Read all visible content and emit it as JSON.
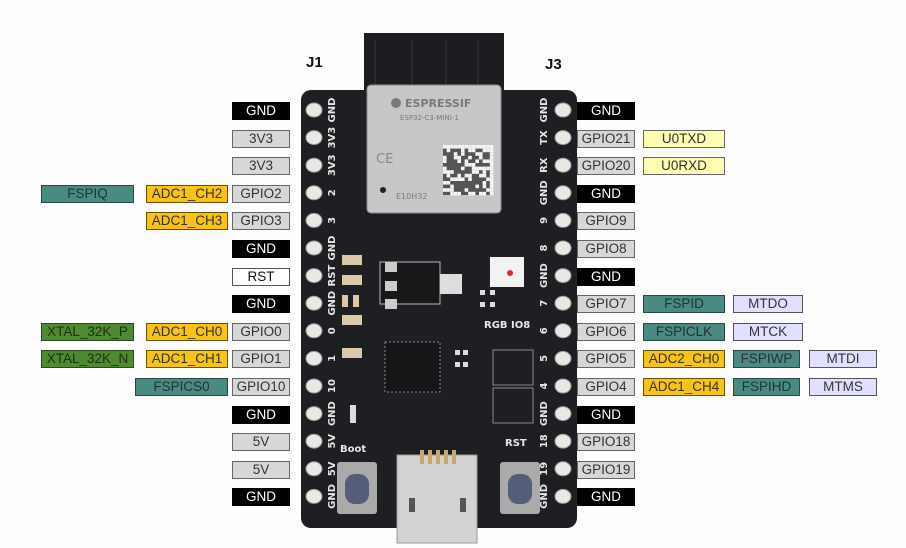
{
  "headers": {
    "left": "J1",
    "right": "J3"
  },
  "board": {
    "module_brand": "ESPRESSIF",
    "module_model": "ESP32-C3-MINI-1",
    "module_code": "E10H32",
    "left_silk": [
      "GND",
      "3V3",
      "3V3",
      "2",
      "3",
      "GND",
      "RST",
      "GND",
      "0",
      "1",
      "10",
      "GND",
      "5V",
      "5V",
      "GND"
    ],
    "right_silk": [
      "GND",
      "TX",
      "RX",
      "GND",
      "9",
      "8",
      "GND",
      "7",
      "6",
      "5",
      "4",
      "GND",
      "18",
      "19",
      "GND"
    ],
    "boot_label": "Boot",
    "rst_label": "RST",
    "rgb_label": "RGB IO8"
  },
  "left_pins": [
    {
      "pin": "GND",
      "type": "gnd",
      "funcs": []
    },
    {
      "pin": "3V3",
      "type": "pwr",
      "funcs": []
    },
    {
      "pin": "3V3",
      "type": "pwr",
      "funcs": []
    },
    {
      "pin": "GPIO2",
      "type": "gpio",
      "funcs": [
        {
          "label": "ADC1_CH2",
          "type": "adc"
        },
        {
          "label": "FSPIQ",
          "type": "fspi"
        }
      ]
    },
    {
      "pin": "GPIO3",
      "type": "gpio",
      "funcs": [
        {
          "label": "ADC1_CH3",
          "type": "adc"
        }
      ]
    },
    {
      "pin": "GND",
      "type": "gnd",
      "funcs": []
    },
    {
      "pin": "RST",
      "type": "rst",
      "funcs": []
    },
    {
      "pin": "GND",
      "type": "gnd",
      "funcs": []
    },
    {
      "pin": "GPIO0",
      "type": "gpio",
      "funcs": [
        {
          "label": "ADC1_CH0",
          "type": "adc"
        },
        {
          "label": "XTAL_32K_P",
          "type": "xtal"
        }
      ]
    },
    {
      "pin": "GPIO1",
      "type": "gpio",
      "funcs": [
        {
          "label": "ADC1_CH1",
          "type": "adc"
        },
        {
          "label": "XTAL_32K_N",
          "type": "xtal"
        }
      ]
    },
    {
      "pin": "GPIO10",
      "type": "gpio",
      "funcs": [
        {
          "label": "FSPICS0",
          "type": "fspi"
        }
      ]
    },
    {
      "pin": "GND",
      "type": "gnd",
      "funcs": []
    },
    {
      "pin": "5V",
      "type": "pwr",
      "funcs": []
    },
    {
      "pin": "5V",
      "type": "pwr",
      "funcs": []
    },
    {
      "pin": "GND",
      "type": "gnd",
      "funcs": []
    }
  ],
  "right_pins": [
    {
      "pin": "GND",
      "type": "gnd",
      "funcs": []
    },
    {
      "pin": "GPIO21",
      "type": "gpio",
      "funcs": [
        {
          "label": "U0TXD",
          "type": "uart"
        }
      ]
    },
    {
      "pin": "GPIO20",
      "type": "gpio",
      "funcs": [
        {
          "label": "U0RXD",
          "type": "uart"
        }
      ]
    },
    {
      "pin": "GND",
      "type": "gnd",
      "funcs": []
    },
    {
      "pin": "GPIO9",
      "type": "gpio",
      "funcs": []
    },
    {
      "pin": "GPIO8",
      "type": "gpio",
      "funcs": []
    },
    {
      "pin": "GND",
      "type": "gnd",
      "funcs": []
    },
    {
      "pin": "GPIO7",
      "type": "gpio",
      "funcs": [
        {
          "label": "FSPID",
          "type": "fspi"
        },
        {
          "label": "MTDO",
          "type": "jtag"
        }
      ]
    },
    {
      "pin": "GPIO6",
      "type": "gpio",
      "funcs": [
        {
          "label": "FSPICLK",
          "type": "fspi"
        },
        {
          "label": "MTCK",
          "type": "jtag"
        }
      ]
    },
    {
      "pin": "GPIO5",
      "type": "gpio",
      "funcs": [
        {
          "label": "ADC2_CH0",
          "type": "adc"
        },
        {
          "label": "FSPIWP",
          "type": "fspi"
        },
        {
          "label": "MTDI",
          "type": "jtag"
        }
      ]
    },
    {
      "pin": "GPIO4",
      "type": "gpio",
      "funcs": [
        {
          "label": "ADC1_CH4",
          "type": "adc"
        },
        {
          "label": "FSPIHD",
          "type": "fspi"
        },
        {
          "label": "MTMS",
          "type": "jtag"
        }
      ]
    },
    {
      "pin": "GND",
      "type": "gnd",
      "funcs": []
    },
    {
      "pin": "GPIO18",
      "type": "gpio",
      "funcs": []
    },
    {
      "pin": "GPIO19",
      "type": "gpio",
      "funcs": []
    },
    {
      "pin": "GND",
      "type": "gnd",
      "funcs": []
    }
  ]
}
